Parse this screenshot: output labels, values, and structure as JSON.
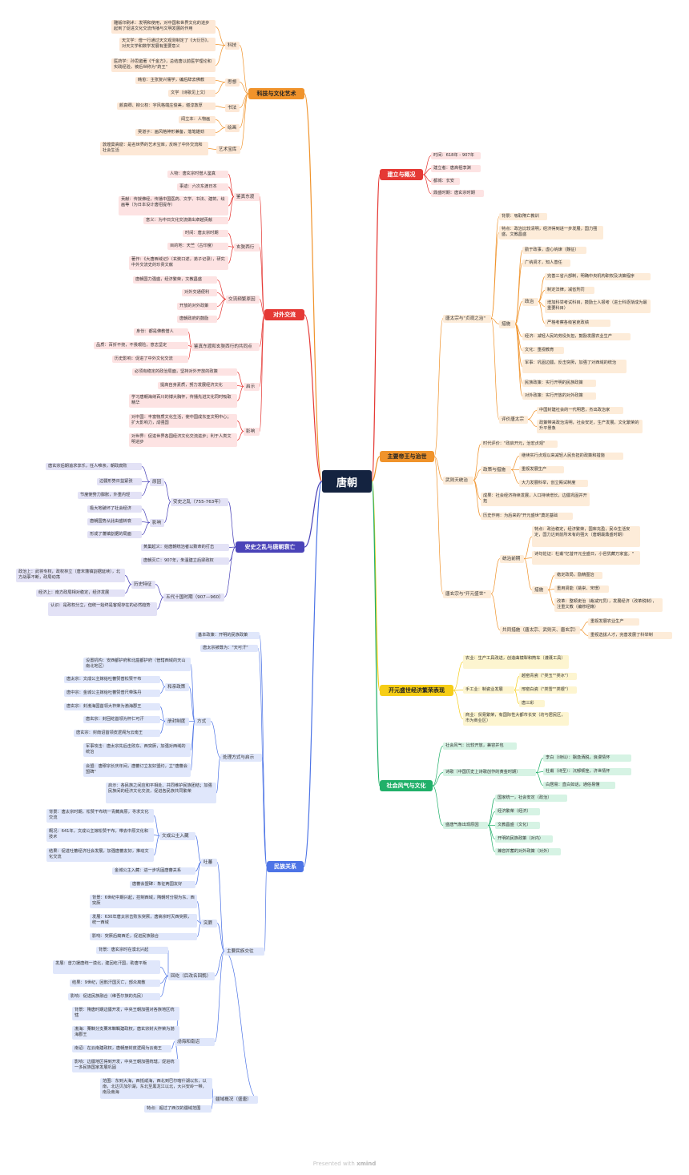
{
  "root": "唐朝",
  "footer": {
    "presented": "Presented with",
    "brand": "xmind"
  },
  "main": {
    "sci": "科技与文化艺术",
    "est": "建立与概况",
    "foreign": "对外交流",
    "emperors": "主要帝王与治世",
    "anshi": "安史之乱与唐朝衰亡",
    "econ": "开元盛世经济繁荣表现",
    "society": "社会风气与文化",
    "ethnic": "民族关系"
  },
  "sci": {
    "n1": "科技",
    "n2": "思想",
    "n3": "书法",
    "n4": "绘画",
    "n5": "艺术宝库",
    "l1": "雕版印刷术：发明和使用，对中国和世界文化的进步起到了促进文化交流传播与文明发展的作用",
    "l2": "天文学：僧一行通过天文观测制定了《大衍历》，对天文学和数学发展有重要意义",
    "l3": "医药学：孙思邈著《千金方》，总结唐以前医学理论和实践经验，被后世称为\"药王\"",
    "l4": "韩愈：主张复兴儒学，编后辞去佛教",
    "l5": "文学（诗歌见上文）",
    "l6": "颜真卿、柳公权：字风格端庄俊美，堪淳敦厚",
    "l7": "阎立本：人物画",
    "l8": "吴道子：画风格神形兼备，落笔雄劲",
    "l9": "敦煌莫高窟：是名世界的艺术宝库，反映了中外交流和社会生活"
  },
  "est": {
    "l1": "时间：618年 - 907年",
    "l2": "建立者：唐高祖李渊",
    "l3": "都城：长安",
    "l4": "鼎盛时期：唐玄宗时期"
  },
  "foreign": {
    "n1": "鉴真东渡",
    "n2": "玄奘西行",
    "n3": "交流频繁原因",
    "n4": "鉴真东渡和玄奘西行的共同点",
    "n5": "启示",
    "n6": "影响",
    "l1": "人物：唐玄宗时僧人鉴真",
    "l2": "事迹：六次东渡日本",
    "l3": "贡献：传授佛经，传播中国医药、文学、书法、建筑、绘画等（为日本设计唐招提寺）",
    "l4": "意义：为中日文化交流做出卓越贡献",
    "l5": "时间：唐太宗时期",
    "l6": "目的地：天竺（古印度）",
    "l7": "著作：《大唐西域记》（玄奘口述，弟子记录），研究中外交流史的珍贵文献",
    "l8": "唐朝国力强盛，经济繁荣，文教昌盛",
    "l9": "对外交通便利",
    "l10": "开放的对外政策",
    "l11": "唐朝政府的鼓励",
    "l12": "身份：都是佛教僧人",
    "l13": "品质：百折不挠，不畏艰险，意志坚定",
    "l14": "历史影响：促进了中外文化交流",
    "l15": "必须有稳定的政治局面，坚持对外开放的政策",
    "l16": "提高自身素质，努力发展经济文化",
    "l17": "学习唐朝海纳百川的博大胸怀，传播先进文化同时吸取精华",
    "l18": "对中国：丰富物质文化生活，使中国成东亚文明中心；扩大影响力，成强国",
    "l19": "对世界：促进世界各国经济文化交流进步；利于人类文明进步"
  },
  "emperors": {
    "b1": "唐太宗与\"贞观之治\"",
    "b2": "武则天统治",
    "b3": "唐玄宗与\"开元盛世\"",
    "t1": "背景：吸取隋亡教训",
    "t2": "特点：政治比较清明，经济得到进一步发展，国力强盛，文教昌盛",
    "t3": "措施",
    "t4": "评价唐太宗",
    "m1": "勤于政事，虚心纳谏（魏征）",
    "m2": "广纳贤才，知人善任",
    "m3": "政治",
    "p1": "完善三省六部制，明确中央机构职权及决策程序",
    "p2": "制定法律，减省刑罚",
    "p3": "增加科举考试科目，鼓励士人报考（进士科逐渐成为最重要科目）",
    "p4": "严格考察各级官吏政绩",
    "m4": "经济：减轻人民的劳役负担，鼓励发展农业生产",
    "m5": "文化：重视教育",
    "m6": "军事：巩固边疆，反击突厥，加强了对西域的统治",
    "m7": "民族政策：实行开明的民族政策",
    "m8": "对外政策：实行开放的对外政策",
    "e1": "中国封建社会的一代明君，杰出政治家",
    "e2": "政策带来政治清明，社会安定，生产发展，文化繁荣的升平景象",
    "w1": "时代评价：\"政启开元，治宏贞观\"",
    "w2": "政策与措施",
    "w3": "继续实行贞观以来减轻人民负担的政策和措施",
    "w4": "重视发展生产",
    "w5": "大力发展科举，创立殿试制度",
    "w6": "成果：社会经济持续发展，人口持续增长，边疆巩固并开拓",
    "w7": "历史作用：为后来的\"开元盛世\"奠定基础",
    "x1": "统治前期",
    "x2": "特点：政治稳定，经济繁荣，国库充盈，民众生活安定，国力达到前所未有的强大（唐朝最鼎盛时期）",
    "x3": "诗句佐证：杜甫\"忆昔开元全盛日，小邑犹藏万家室。\"",
    "x4": "措施",
    "x5": "稳定政局，励精图治",
    "x6": "重用贤能（姚崇、宋璟）",
    "x7": "改革：整顿吏治（裁减冗员），发展经济（改革税制），注重文教（编修经籍）",
    "x8": "共同措施（唐太宗、武则天、唐玄宗）",
    "x9": "重视发展农业生产",
    "x10": "重视选拔人才，完善发展了科举制"
  },
  "anshi": {
    "n1": "安史之乱（755-763年）",
    "n2": "原因",
    "n3": "影响",
    "n4": "五代十国时期（907—960）",
    "n5": "历史特征",
    "r1": "唐玄宗后期追求享乐，任人唯亲，朝政腐败",
    "r2": "边疆形势日益紧张",
    "r3": "节度使势力膨胀，外重内轻",
    "r4": "极大地破坏了社会经济",
    "r5": "唐朝国势从此由盛转衰",
    "r6": "形成了藩镇割据的局面",
    "r7": "黄巢起义：给唐朝统治者以致命的打击",
    "r8": "唐朝灭亡：907年，朱温建立后梁政权",
    "f1": "政治上：武将专权，政权林立（唐末藩镇割据延续），北方战事不断，政局动荡",
    "f2": "经济上：南方政局相对稳定，经济发展",
    "f3": "认识：是政权分立，但统一始终是客观存在的必然趋势"
  },
  "econ": {
    "l1": "农业：生产工具改进，创造曲辕犁和筒车（灌溉工具）",
    "l2": "手工业：制瓷业发展",
    "s1": "越窑青瓷（\"类玉\"\"类冰\"）",
    "s2": "邢窑白瓷（\"类雪\"\"类银\"）",
    "s3": "唐三彩",
    "l3": "商业：贸易繁荣，有国际性大都市长安（坊与居民区，市为商业区）"
  },
  "society": {
    "l1": "社会风气：比较开放，兼容并包",
    "l2": "诗歌（中国历史上诗歌创作的黄金时期）",
    "p1": "李白（诗仙）：飘逸洒脱，浪漫情怀",
    "p2": "杜甫（诗圣）：沉郁顿挫，济世情怀",
    "p3": "白居易：直白如话，通俗易懂",
    "l3": "盛唐气象出现原因",
    "r1": "国家统一，社会安定（政治）",
    "r2": "经济繁荣（经济）",
    "r3": "文教昌盛（文化）",
    "r4": "开明的民族政策（对内）",
    "r5": "兼容并蓄的对外政策（对外）"
  },
  "ethnic": {
    "n1": "基本政策：开明的民族政策",
    "n2": "唐太宗被尊为：\"天可汗\"",
    "n3": "处理方式与启示",
    "n4": "方式",
    "n5": "和亲政策",
    "n6": "册封制度",
    "n7": "主要民族交往",
    "n8": "吐蕃",
    "n9": "文成公主入藏",
    "n10": "突厥",
    "n11": "回纥（后改名回鹘）",
    "n12": "渤海和南诏",
    "n13": "疆域概况（盛唐）",
    "a1": "设置机构：安西都护府和北庭都护府（管辖西域的天山南北地区）",
    "a2": "唐太宗：文成公主嫁给吐蕃赞普松赞干布",
    "a3": "唐中宗：金城公主嫁给吐蕃赞普尺带珠丹",
    "a4": "唐玄宗：封渤海国首领大祚荣为渤海郡王",
    "a5": "唐玄宗：封回纥首领为怀仁可汗",
    "a6": "唐玄宗：封南诏首领皮逻阁为云南王",
    "a7": "军事攻击：唐太宗先后击败东、西突厥，加强对西域的统治",
    "a8": "会盟：唐穆宗长庆年间，唐蕃订立友好盟约，立\"唐蕃会盟碑\"",
    "a9": "启示：各民族之间应和平相处、共同维护民族团结；加强民族间的经济文化交流，促进各民族共同繁荣",
    "b1": "背景：唐太宗时期，松赞干布统一青藏高原，寻求文化交流",
    "b2": "概况：641年，文成公主嫁松赞干布，带去中原文化和技术",
    "b3": "结果：促进吐蕃经济社会发展，加强唐蕃友好，推动文化交流",
    "b4": "金城公主入藏：进一步巩固唐蕃关系",
    "b5": "唐蕃会盟碑：象征两国友好",
    "c1": "背景：6世纪中期兴起，控制西域，隋朝时分裂为东、西突厥",
    "c2": "发展：630年唐太宗击败东突厥，唐高宗时灭西突厥，统一西域",
    "c3": "影响：突厥后裔西迁，促进民族融合",
    "d1": "背景：唐玄宗时在漠北兴起",
    "d2": "发展：曾力援唐统一漠北，建回纥汗国，助唐平叛",
    "d3": "结果：9世纪，回鹘汗国灭亡，部众离散",
    "d4": "影响：促进民族融合（维吾尔族的先民）",
    "e1": "背景：隋唐时期边疆开发，中央王朝加强对各族地区统辖",
    "e2": "渤海：粟靺分支粟末靺鞨建政权，唐玄宗封大祚荣为渤海郡王",
    "e3": "南诏：在云南建政权，唐朝册封皮逻阁为云南王",
    "e4": "影响：边疆地区得到开发，中央王朝加强统辖，促进统一多民族国家发展巩固",
    "f1": "范围：东到大海，西抵咸海，西北到巴尔喀什湖以东，以南，北达贝加尔湖，东北至黑龙江以北，大兴安岭一带，南及南海",
    "f2": "特点：超过了西汉的疆域范围"
  },
  "colors": {
    "sci": "#f0932b",
    "sci_bg": "#fde8d6",
    "est": "#e53935",
    "est_bg": "#fde3e3",
    "foreign": "#e53935",
    "foreign_bg": "#fde3e3",
    "emperors": "#f0932b",
    "emperors_bg": "#fdecd9",
    "anshi": "#4a43b8",
    "anshi_bg": "#e3e2f6",
    "econ": "#f6cd16",
    "econ_bg": "#fdf5d0",
    "society": "#20b069",
    "society_bg": "#d6f3e4",
    "ethnic": "#4d74e6",
    "ethnic_bg": "#e0e7fb"
  }
}
